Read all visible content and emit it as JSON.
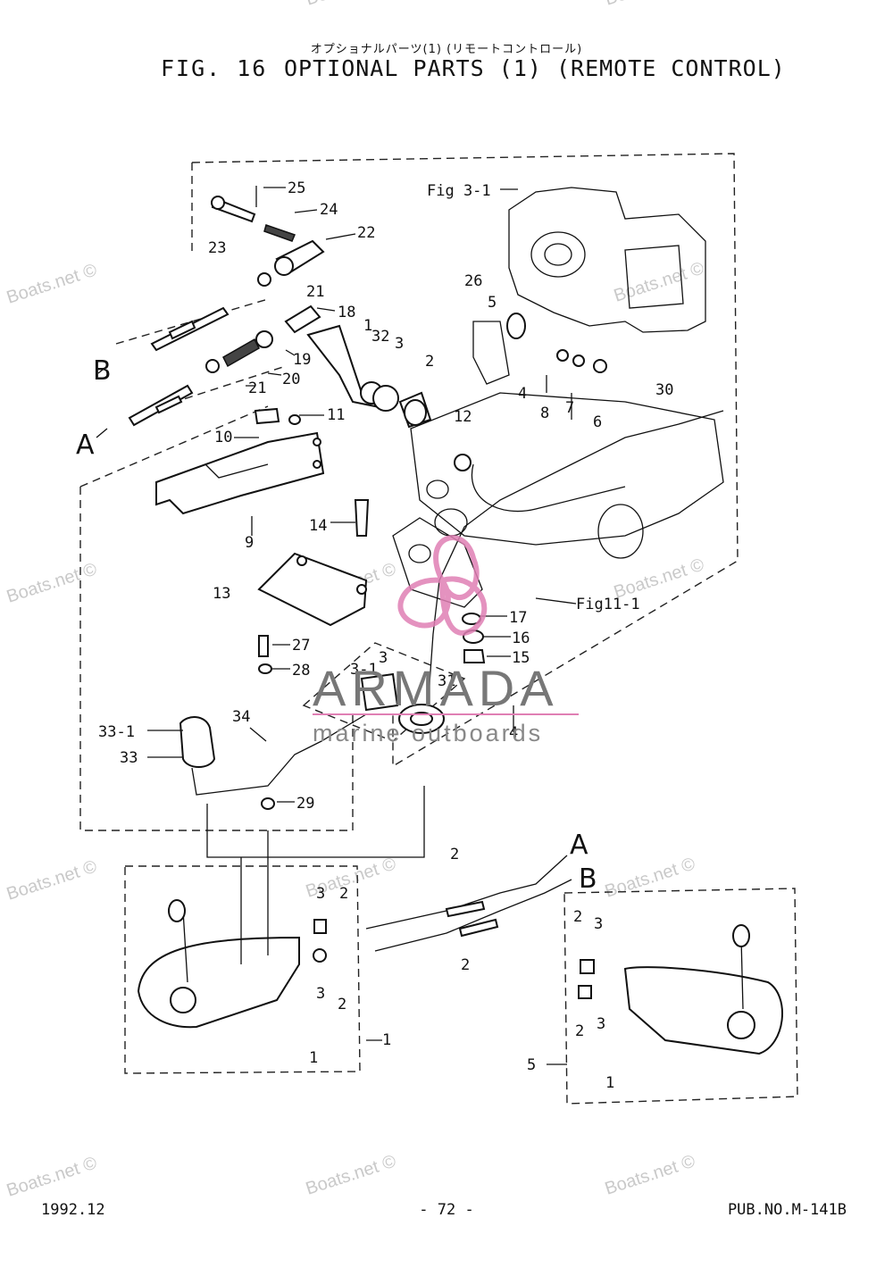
{
  "header": {
    "japanese_title": "オプショナルパーツ(1) (リモートコントロール)",
    "figure_number": "FIG. 16",
    "title": "OPTIONAL PARTS (1) (REMOTE CONTROL)"
  },
  "callouts": {
    "c1": "1",
    "c2": "2",
    "c3": "3",
    "c3_1": "3-1",
    "c4": "4",
    "c5": "5",
    "c6": "6",
    "c7": "7",
    "c8": "8",
    "c9": "9",
    "c10": "10",
    "c11": "11",
    "c12": "12",
    "c13": "13",
    "c14": "14",
    "c15": "15",
    "c16": "16",
    "c17": "17",
    "c18": "18",
    "c19": "19",
    "c20": "20",
    "c21": "21",
    "c22": "22",
    "c23": "23",
    "c24": "24",
    "c25": "25",
    "c26": "26",
    "c27": "27",
    "c28": "28",
    "c29": "29",
    "c30": "30",
    "c31": "31",
    "c32": "32",
    "c33": "33",
    "c33_1": "33-1",
    "c34": "34",
    "fig_ref_3": "Fig 3-1",
    "fig_ref_11": "Fig11-1",
    "arrow_a": "A",
    "arrow_b": "B"
  },
  "watermarks": {
    "site": "Boats.net ©",
    "brand": "ARMADA",
    "brand_sub": "marine outboards",
    "brand_color": "#e07fb4"
  },
  "footer": {
    "date": "1992.12",
    "page": "- 72 -",
    "publication": "PUB.NO.M-141B"
  }
}
